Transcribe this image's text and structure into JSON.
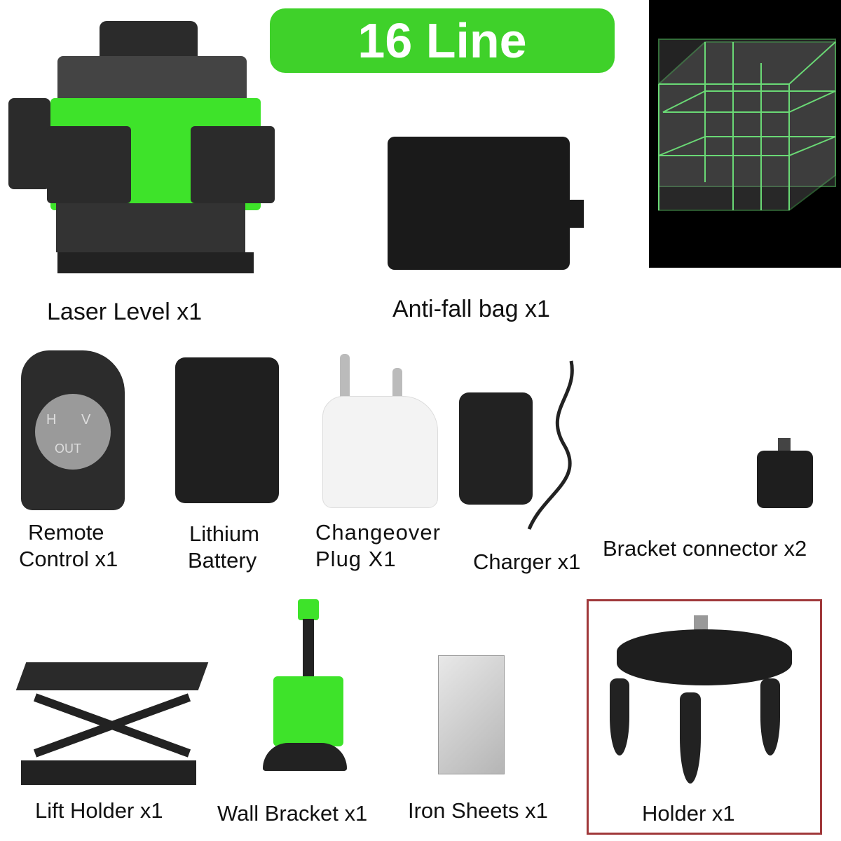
{
  "title": "16 Line",
  "colors": {
    "accent_green": "#3fd12a",
    "highlight_border": "#a0383a",
    "laser_green": "#7dff8a"
  },
  "items": [
    {
      "label": "Laser Level x1"
    },
    {
      "label": "Anti-fall bag x1"
    },
    {
      "label_line1": "Remote",
      "label_line2": "Control x1",
      "buttons": [
        "H",
        "V",
        "OUT"
      ]
    },
    {
      "label_line1": "Lithium",
      "label_line2": "Battery"
    },
    {
      "label_line1": "Changeover",
      "label_line2": "Plug X1"
    },
    {
      "label": "Charger x1"
    },
    {
      "label": "Bracket connector x2"
    },
    {
      "label": "Lift Holder x1"
    },
    {
      "label": "Wall Bracket x1"
    },
    {
      "label": "Iron Sheets x1"
    },
    {
      "label": "Holder x1"
    }
  ]
}
